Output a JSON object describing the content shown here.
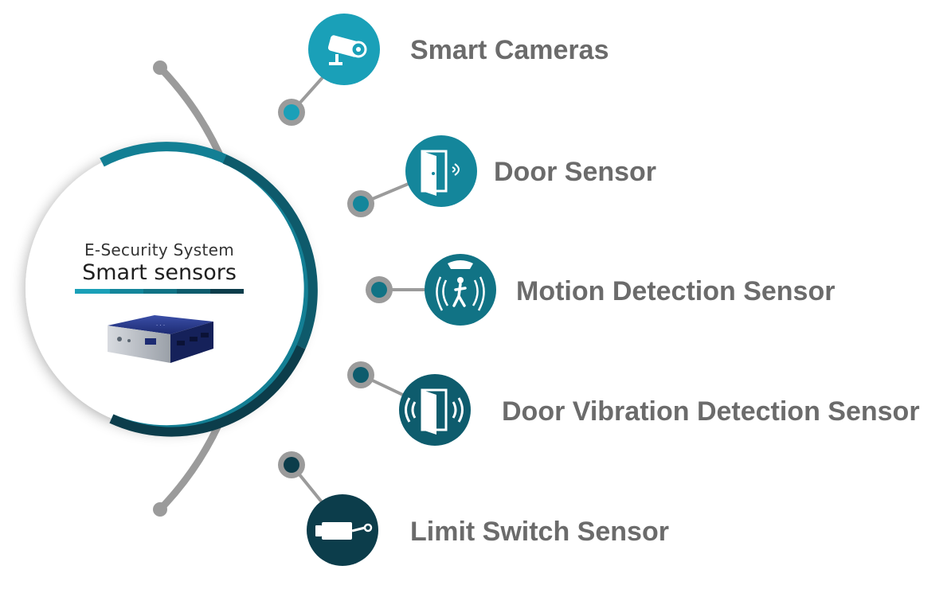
{
  "center": {
    "title": "E-Security System",
    "subtitle": "Smart sensors",
    "image_icon": "security-device-box"
  },
  "colors": {
    "arc": "#9b9b9b",
    "label": "#6b6b6b",
    "teal_light": "#1aa0b8",
    "teal_mid": "#137f94",
    "teal_dark": "#0e5a6b",
    "teal_deep": "#0c3d4b"
  },
  "items": [
    {
      "label": "Smart Cameras",
      "icon": "security-camera-icon",
      "color": "#1aa0b8"
    },
    {
      "label": "Door Sensor",
      "icon": "door-sensor-icon",
      "color": "#14869b"
    },
    {
      "label": "Motion Detection Sensor",
      "icon": "motion-sensor-icon",
      "color": "#117385"
    },
    {
      "label": "Door Vibration Detection Sensor",
      "icon": "door-vibration-icon",
      "color": "#0e5c6d"
    },
    {
      "label": "Limit Switch Sensor",
      "icon": "limit-switch-icon",
      "color": "#0c3d4b"
    }
  ]
}
